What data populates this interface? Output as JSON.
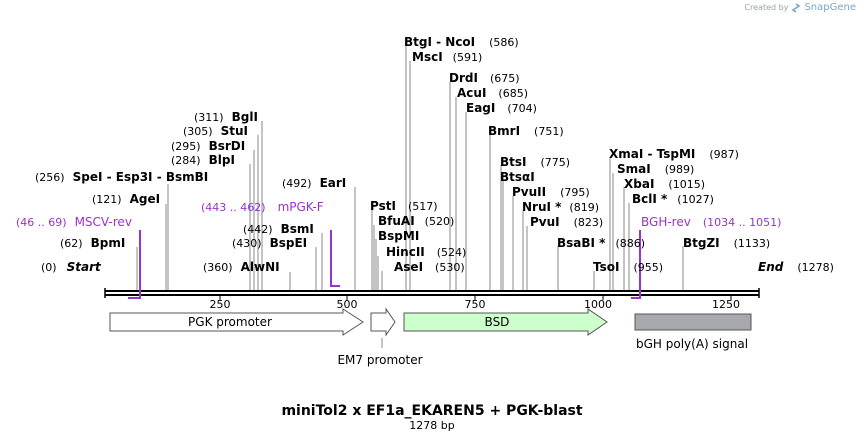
{
  "credit": {
    "prefix": "Created by",
    "brand": "SnapGene"
  },
  "title": "miniTol2 x EF1a_EKAREN5 + PGK-blast",
  "subtitle": "1278 bp",
  "map": {
    "length": 1278
  },
  "ends": [
    {
      "name": "Start",
      "pos": "(0)"
    },
    {
      "name": "End",
      "pos": "(1278)"
    }
  ],
  "ticks": [
    "250",
    "500",
    "750",
    "1000",
    "1250"
  ],
  "sites": [
    {
      "name": "SpeI  -  Esp3I  -  BsmBI",
      "pos": "(256)"
    },
    {
      "name": "AgeI",
      "pos": "(121)"
    },
    {
      "name": "BpmI",
      "pos": "(62)"
    },
    {
      "name": "BglI",
      "pos": "(311)"
    },
    {
      "name": "StuI",
      "pos": "(305)"
    },
    {
      "name": "BsrDI",
      "pos": "(295)"
    },
    {
      "name": "BlpI",
      "pos": "(284)"
    },
    {
      "name": "BsmI",
      "pos": "(442)"
    },
    {
      "name": "BspEI",
      "pos": "(430)"
    },
    {
      "name": "AlwNI",
      "pos": "(360)"
    },
    {
      "name": "EarI",
      "pos": "(492)"
    },
    {
      "name": "BtgI  -  NcoI",
      "pos": "(586)"
    },
    {
      "name": "MscI",
      "pos": "(591)"
    },
    {
      "name": "PstI",
      "pos": "(517)"
    },
    {
      "name": "BfuAI",
      "pos": "(520)"
    },
    {
      "name": "BspMI",
      "pos": ""
    },
    {
      "name": "HincII",
      "pos": "(524)"
    },
    {
      "name": "AseI",
      "pos": "(530)"
    },
    {
      "name": "DrdI",
      "pos": "(675)"
    },
    {
      "name": "AcuI",
      "pos": "(685)"
    },
    {
      "name": "EagI",
      "pos": "(704)"
    },
    {
      "name": "BmrI",
      "pos": "(751)"
    },
    {
      "name": "BtsI",
      "pos": "(775)"
    },
    {
      "name": "BtsαI",
      "pos": ""
    },
    {
      "name": "PvuII",
      "pos": "(795)"
    },
    {
      "name": "NruI *",
      "pos": "(819)"
    },
    {
      "name": "PvuI",
      "pos": "(823)"
    },
    {
      "name": "BsaBI *",
      "pos": "(886)"
    },
    {
      "name": "TsoI",
      "pos": "(955)"
    },
    {
      "name": "XmaI  -  TspMI",
      "pos": "(987)"
    },
    {
      "name": "SmaI",
      "pos": "(989)"
    },
    {
      "name": "XbaI",
      "pos": "(1015)"
    },
    {
      "name": "BclI *",
      "pos": "(1027)"
    },
    {
      "name": "BtgZI",
      "pos": "(1133)"
    }
  ],
  "primers": [
    {
      "name": "MSCV-rev",
      "pos": "(46 .. 69)"
    },
    {
      "name": "mPGK-F",
      "pos": "(443 .. 462)"
    },
    {
      "name": "BGH-rev",
      "pos": "(1034 .. 1051)"
    }
  ],
  "features": [
    {
      "name": "PGK promoter",
      "color": "#ffffff"
    },
    {
      "name": "EM7 promoter",
      "color": "#ffffff"
    },
    {
      "name": "BSD",
      "color": "#ccffcc"
    },
    {
      "name": "bGH poly(A) signal",
      "color": "#a6a9ad"
    }
  ],
  "colors": {
    "primer": "#9933cc",
    "backbone": "#000000"
  }
}
